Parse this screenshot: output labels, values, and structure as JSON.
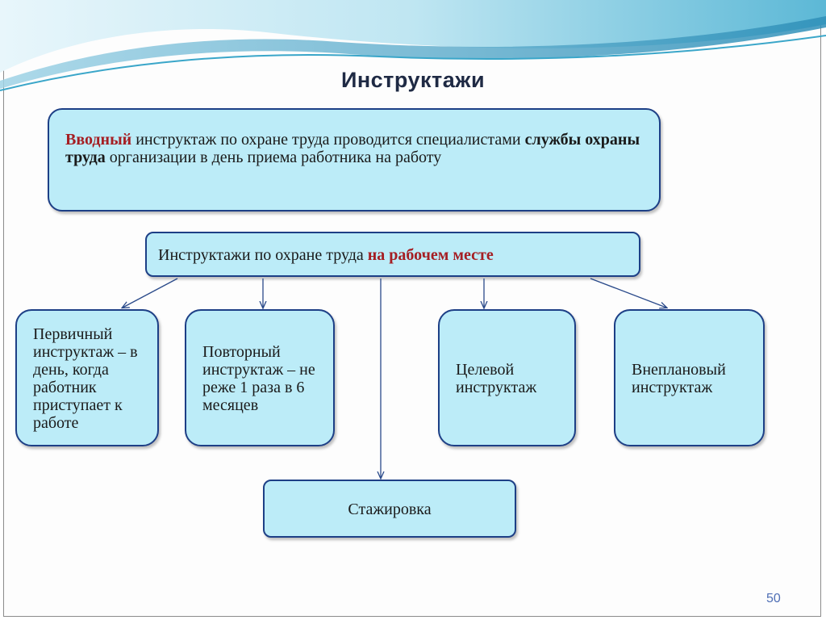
{
  "title": "Инструктажи",
  "intro": {
    "part1": "Вводный",
    "part2": " инструктаж по охране труда проводится специалистами ",
    "part3": "службы охраны труда",
    "part4": " организации в день приема работника на работу"
  },
  "workplace": {
    "part1": "Инструктажи по охране труда ",
    "part2": "на рабочем месте"
  },
  "types": [
    {
      "label": "Первичный инструктаж – в день, когда работник приступает к работе"
    },
    {
      "label": "Повторный инструктаж – не реже 1 раза в 6 месяцев"
    },
    {
      "label": "Целевой инструктаж"
    },
    {
      "label": "Внеплановый инструктаж"
    }
  ],
  "internship": "Стажировка",
  "page_number": "50",
  "colors": {
    "box_fill": "#bcecf8",
    "box_border": "#1d3f86",
    "highlight": "#a51e23"
  }
}
